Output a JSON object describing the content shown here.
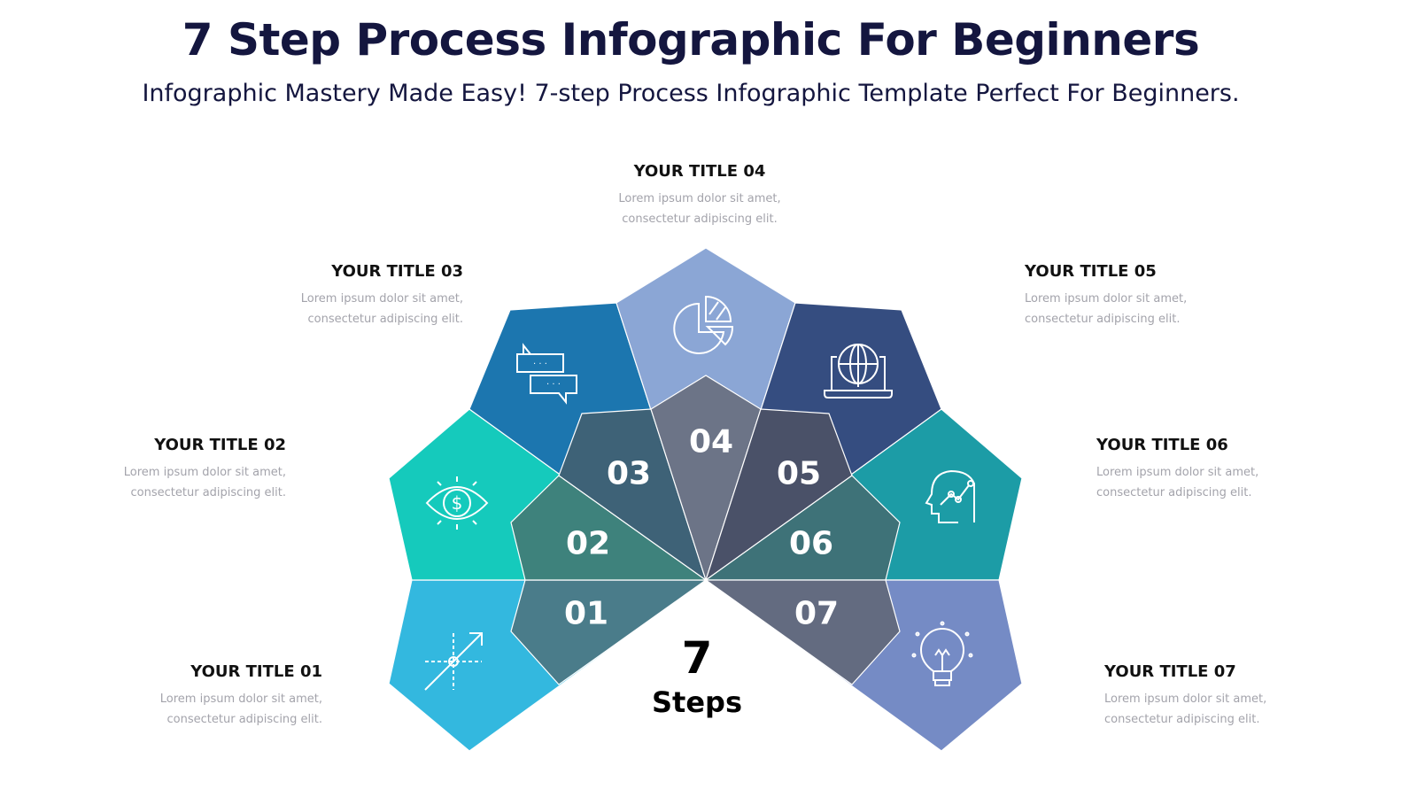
{
  "header": {
    "title": "7 Step Process Infographic For Beginners",
    "subtitle": "Infographic Mastery Made Easy! 7-step Process Infographic Template Perfect For Beginners."
  },
  "center": {
    "number": "7",
    "label": "Steps"
  },
  "steps": [
    {
      "num": "01",
      "title": "YOUR TITLE 01",
      "desc": "Lorem ipsum dolor sit amet, consectetur adipiscing elit.",
      "outer_color": "#33b8df",
      "inner_color": "#4a7c8a",
      "icon": "growth-arrow-icon"
    },
    {
      "num": "02",
      "title": "YOUR TITLE 02",
      "desc": "Lorem ipsum dolor sit amet, consectetur adipiscing elit.",
      "outer_color": "#15cabc",
      "inner_color": "#3e827c",
      "icon": "eye-dollar-icon"
    },
    {
      "num": "03",
      "title": "YOUR TITLE 03",
      "desc": "Lorem ipsum dolor sit amet, consectetur adipiscing elit.",
      "outer_color": "#1c76af",
      "inner_color": "#3e6277",
      "icon": "chat-bubbles-icon"
    },
    {
      "num": "04",
      "title": "YOUR TITLE 04",
      "desc": "Lorem ipsum dolor sit amet, consectetur adipiscing elit.",
      "outer_color": "#8ba6d5",
      "inner_color": "#6c7487",
      "icon": "pie-chart-icon"
    },
    {
      "num": "05",
      "title": "YOUR TITLE 05",
      "desc": "Lorem ipsum dolor sit amet, consectetur adipiscing elit.",
      "outer_color": "#354d80",
      "inner_color": "#4a5168",
      "icon": "laptop-globe-icon"
    },
    {
      "num": "06",
      "title": "YOUR TITLE 06",
      "desc": "Lorem ipsum dolor sit amet, consectetur adipiscing elit.",
      "outer_color": "#1c9ca6",
      "inner_color": "#3e7278",
      "icon": "head-chart-icon"
    },
    {
      "num": "07",
      "title": "YOUR TITLE 07",
      "desc": "Lorem ipsum dolor sit amet, consectetur adipiscing elit.",
      "outer_color": "#758bc5",
      "inner_color": "#636b80",
      "icon": "lightbulb-icon"
    }
  ]
}
